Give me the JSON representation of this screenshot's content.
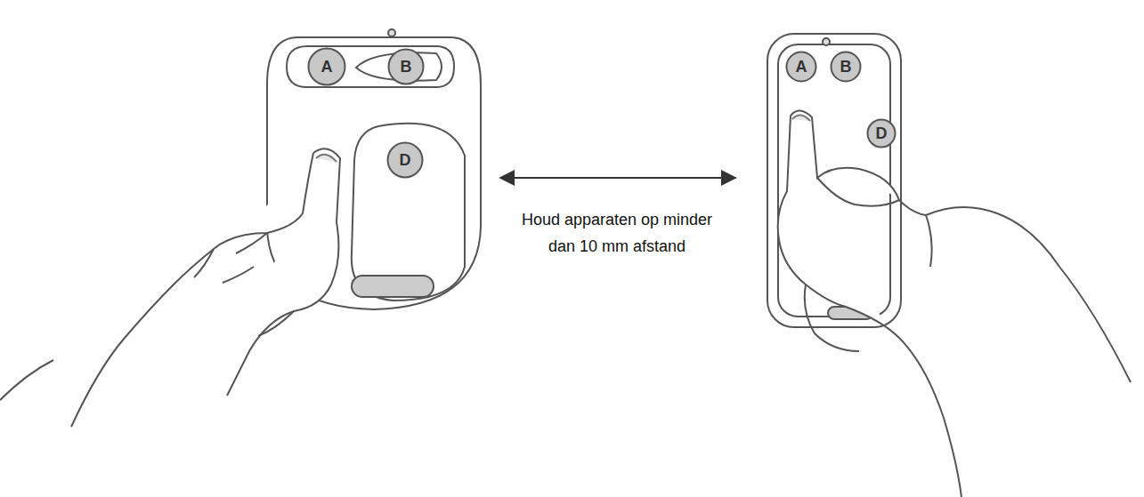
{
  "diagram": {
    "nodes": [
      {
        "text": [
          "A"
        ]
      },
      {
        "text": [
          "B"
        ]
      },
      {
        "text": [
          "D"
        ]
      },
      {
        "text": [
          "A"
        ]
      },
      {
        "text": [
          "B"
        ]
      },
      {
        "text": [
          "D"
        ]
      }
    ],
    "labels": [
      "Houd apparaten op minder dan 10 mm afstand"
    ]
  }
}
